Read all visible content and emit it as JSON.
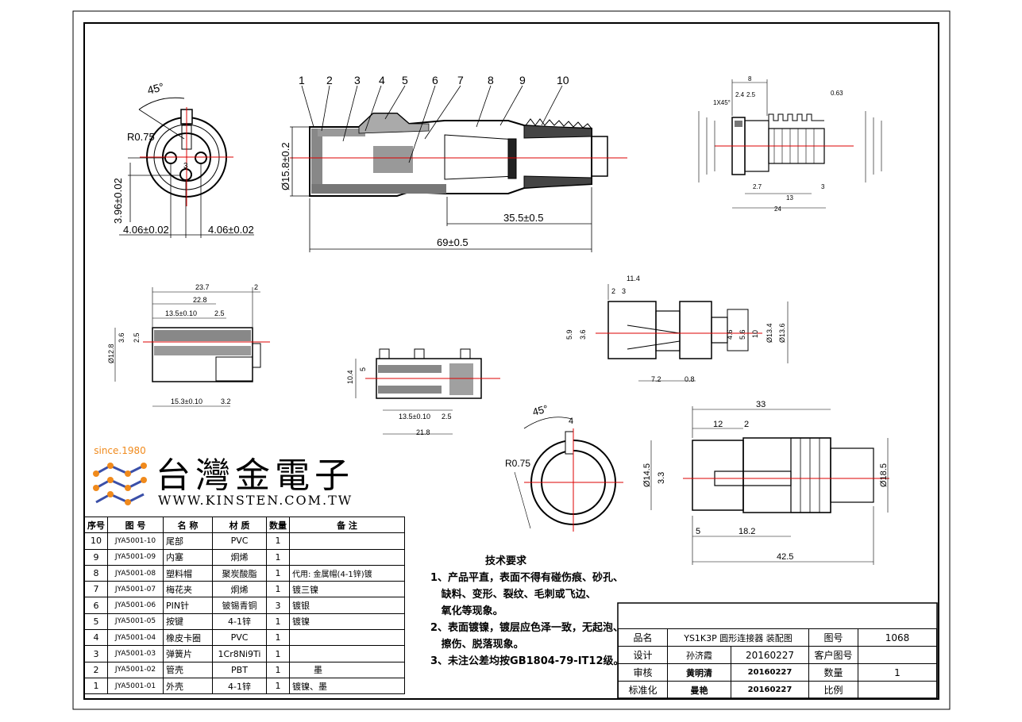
{
  "callouts": [
    "1",
    "2",
    "3",
    "4",
    "5",
    "6",
    "7",
    "8",
    "9",
    "10"
  ],
  "front_view": {
    "angle": "45°",
    "radius": "R0.75",
    "pin_label": "3",
    "dim_vertical": "3.96±0.02",
    "dim_left": "4.06±0.02",
    "dim_right": "4.06±0.02"
  },
  "section_view": {
    "dia": "Ø15.8±0.2",
    "len_35": "35.5±0.5",
    "len_69": "69±0.5"
  },
  "view_shell": {
    "d1": "23.7",
    "d2": "22.8",
    "d3": "13.5±0.10",
    "d4": "2.5",
    "d5": "15.3±0.10",
    "d6": "3.2",
    "d7": "2",
    "d8": "Ø12.8",
    "d9": "3.6",
    "d10": "2.5"
  },
  "view_insert": {
    "d1": "13.5±0.10",
    "d2": "2.5",
    "d3": "21.8",
    "d4": "5",
    "d5": "10.4"
  },
  "view_pin_holder": {
    "d1": "11.4",
    "d2": "2",
    "d3": "3",
    "d4": "5.9",
    "d5": "3.6",
    "d6": "4.6",
    "d7": "5.6",
    "d8": "10",
    "d9": "Ø13.4",
    "d10": "Ø13.6",
    "d11": "7.2",
    "d12": "0.8"
  },
  "view_ring": {
    "angle": "45°",
    "d_top": "4",
    "radius": "R0.75"
  },
  "view_body": {
    "d1": "33",
    "d2": "12",
    "d3": "2",
    "d4": "Ø14.5",
    "d5": "3.3",
    "d6": "Ø18.5",
    "d7": "5",
    "d8": "18.2",
    "d9": "42.5"
  },
  "tail_view": {
    "d_top": "8",
    "d_a": "2.4",
    "d_b": "2.5",
    "d_chamf": "1X45°",
    "d_c": "0.63",
    "d_bot1": "2.7",
    "d_bot2": "13",
    "d_bot3": "3",
    "d_len": "24"
  },
  "logo": {
    "badge_text": "since.1980",
    "company": "台灣金電子",
    "website": "WWW.KINSTEN.COM.TW"
  },
  "parts_table": {
    "headers": [
      "序号",
      "图  号",
      "名  称",
      "材  质",
      "数量",
      "备    注"
    ],
    "rows": [
      [
        "10",
        "JYA5001-10",
        "尾部",
        "PVC",
        "1",
        ""
      ],
      [
        "9",
        "JYA5001-09",
        "内塞",
        "炯烯",
        "1",
        ""
      ],
      [
        "8",
        "JYA5001-08",
        "塑料帽",
        "聚炭酸脂",
        "1",
        "代用: 金属帽(4-1锌)镀"
      ],
      [
        "7",
        "JYA5001-07",
        "梅花夹",
        "炯烯",
        "1",
        "镀三镍"
      ],
      [
        "6",
        "JYA5001-06",
        "PIN针",
        "铍锡青铜",
        "3",
        "镀银"
      ],
      [
        "5",
        "JYA5001-05",
        "按键",
        "4-1锌",
        "1",
        "镀镍"
      ],
      [
        "4",
        "JYA5001-04",
        "橡皮卡圈",
        "PVC",
        "1",
        ""
      ],
      [
        "3",
        "JYA5001-03",
        "弹簧片",
        "1Cr8Ni9Ti",
        "1",
        ""
      ],
      [
        "2",
        "JYA5001-02",
        "管壳",
        "PBT",
        "1",
        "墨"
      ],
      [
        "1",
        "JYA5001-01",
        "外壳",
        "4-1锌",
        "1",
        "镀镍、墨"
      ]
    ]
  },
  "requirements": {
    "title": "技术要求",
    "items": [
      "1、产品平直，表面不得有碰伤痕、砂孔、",
      "   缺料、变形、裂纹、毛刺或飞边、",
      "   氧化等现象。",
      "2、表面镀镍，镀层应色泽一致，无起泡、",
      "   擦伤、脱落现象。",
      "3、未注公差均按GB1804-79-IT12级。"
    ]
  },
  "title_block": {
    "product_label": "品名",
    "product_value": "YS1K3P 圆形连接器  装配图",
    "drawing_no_label": "图号",
    "drawing_no_value": "1068",
    "design_label": "设计",
    "design_name": "孙济霞",
    "design_date": "20160227",
    "customer_label": "客户图号",
    "customer_value": "",
    "check_label": "审核",
    "check_name": "黄明清",
    "check_date": "20160227",
    "qty_label": "数量",
    "qty_value": "1",
    "std_label": "标准化",
    "std_name": "曼艳",
    "std_date": "20160227",
    "scale_label": "比例",
    "scale_value": ""
  }
}
